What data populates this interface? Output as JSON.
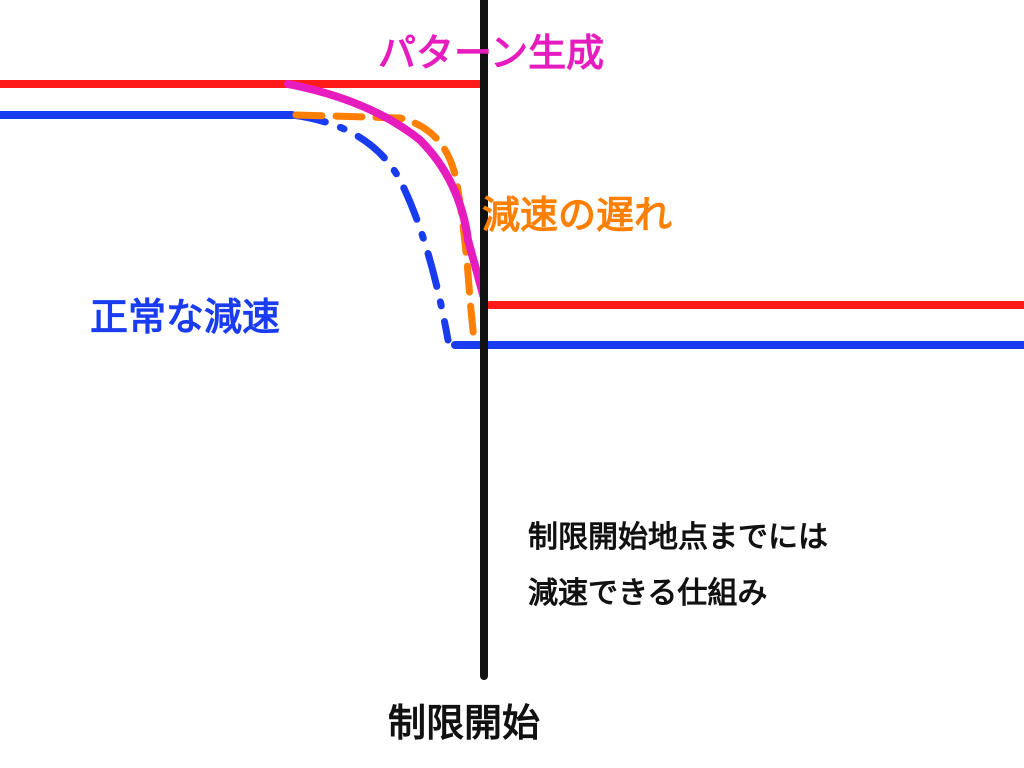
{
  "labels": {
    "pattern_generation": "パターン生成",
    "delayed_deceleration": "減速の遅れ",
    "normal_deceleration": "正常な減速",
    "limit_start": "制限開始"
  },
  "note": {
    "line1": "制限開始地点までには",
    "line2": "減速できる仕組み"
  },
  "colors": {
    "background": "#ffffff",
    "limit_line": "#111111",
    "red_speed_line": "#ff1a1a",
    "blue_speed_line": "#1a3cf0",
    "pattern_curve": "#e61cbe",
    "delayed_curve": "#ff7f00",
    "normal_curve": "#1a3cf0"
  },
  "line_styles": {
    "pattern_curve": "solid",
    "delayed_curve": "dashed",
    "normal_curve": "dash-dot"
  }
}
